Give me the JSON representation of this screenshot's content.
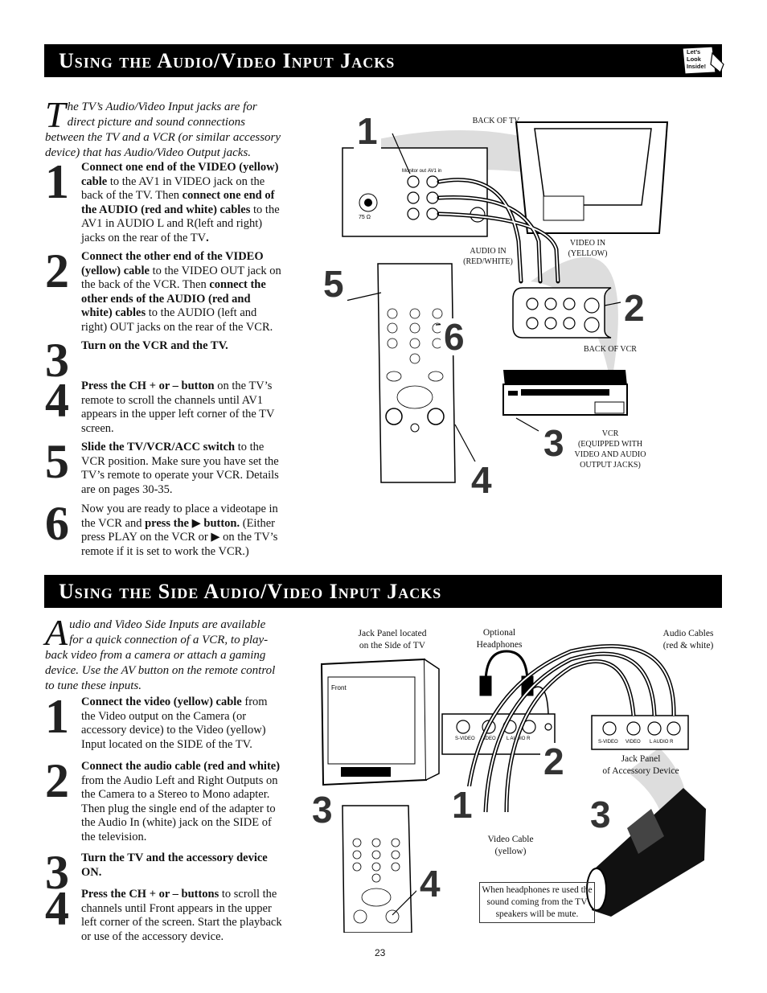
{
  "section1": {
    "title": "Using the Audio/Video Input Jacks",
    "intro_drop": "T",
    "intro": "he TV’s Audio/Video Input jacks are for direct picture and sound connections between the TV and a VCR (or similar accessory device) that has Audio/Video Output jacks.",
    "steps": [
      {
        "num": "1",
        "html": "<b>Connect one end of the VIDEO (yellow) cable</b> to the AV1 in VIDEO jack on the back of the TV. Then <b>connect one end of the AUDIO (red and white) cables</b> to the AV1 in AUDIO L and R(left and right) jacks on the rear of the TV<b>.</b>"
      },
      {
        "num": "2",
        "html": "<b>Connect the other end of the VIDEO (yellow) cable</b> to the VIDEO OUT jack on the back of the VCR. Then <b>connect the other ends of the AUDIO (red and white) cables</b> to the AUDIO (left and right) OUT jacks on the rear of the VCR."
      },
      {
        "num": "3",
        "html": "<b>Turn on the VCR and the TV.</b>"
      },
      {
        "num": "4",
        "html": "<b>Press the CH + or – button</b> on the TV’s remote to scroll the channels until AV1 appears in the upper left corner of the TV screen."
      },
      {
        "num": "5",
        "html": "<b>Slide the TV/VCR/ACC switch</b> to the VCR position. Make sure you have set the TV’s remote to operate your VCR. Details are on pages 30-35."
      },
      {
        "num": "6",
        "html": "Now you are ready to place a videotape in the VCR and <b>press the ▶ button.</b> (Either press PLAY on the VCR or ▶ on the TV’s remote if it is set to work the VCR.)"
      }
    ],
    "diagram_labels": {
      "back_of_tv": "BACK OF TV",
      "audio_in": "AUDIO IN\n(RED/WHITE)",
      "video_in": "VIDEO IN\n(YELLOW)",
      "back_of_vcr": "BACK OF VCR",
      "vcr": "VCR\n(EQUIPPED WITH\nVIDEO AND AUDIO\nOUTPUT JACKS)",
      "monitor_out": "Monitor out",
      "av1_in": "AV1 in",
      "ohm": "75 Ω",
      "callouts": [
        "1",
        "2",
        "3",
        "4",
        "5",
        "6"
      ]
    }
  },
  "section2": {
    "title": "Using the Side Audio/Video Input Jacks",
    "intro_drop": "A",
    "intro": "udio and Video Side Inputs are available for a quick connection of a VCR, to play-back video from a camera or attach a gaming device. Use the AV button on the remote control to tune these inputs.",
    "steps": [
      {
        "num": "1",
        "html": "<b>Connect the video (yellow) cable</b> from the Video output on the Camera (or accessory device) to the Video (yellow) Input located on the SIDE of the TV."
      },
      {
        "num": "2",
        "html": "<b>Connect the audio cable (red and white)</b> from the Audio Left and Right Outputs on the Camera to a Stereo to Mono adapter. Then plug the single end of the adapter to the Audio In (white) jack on the SIDE of the television."
      },
      {
        "num": "3",
        "html": "<b>Turn the TV and the accessory device ON.</b>"
      },
      {
        "num": "4",
        "html": "<b>Press the CH + or – buttons</b> to scroll the channels until Front appears in the upper left corner of the screen. Start the playback or use of the accessory device."
      }
    ],
    "diagram_labels": {
      "jack_panel_side": "Jack Panel located\non the Side of TV",
      "optional_headphones": "Optional\nHeadphones",
      "audio_cables": "Audio Cables\n(red & white)",
      "jack_panel_accessory": "Jack Panel\nof Accessory Device",
      "video_cable": "Video Cable\n(yellow)",
      "front": "Front",
      "note": "When headphones re used the sound coming from the TV speakers will be mute.",
      "jack_names": [
        "S-VIDEO",
        "VIDEO",
        "L  AUDIO  R"
      ]
    }
  },
  "badge": "Let’s Look Inside!",
  "page_number": "23"
}
